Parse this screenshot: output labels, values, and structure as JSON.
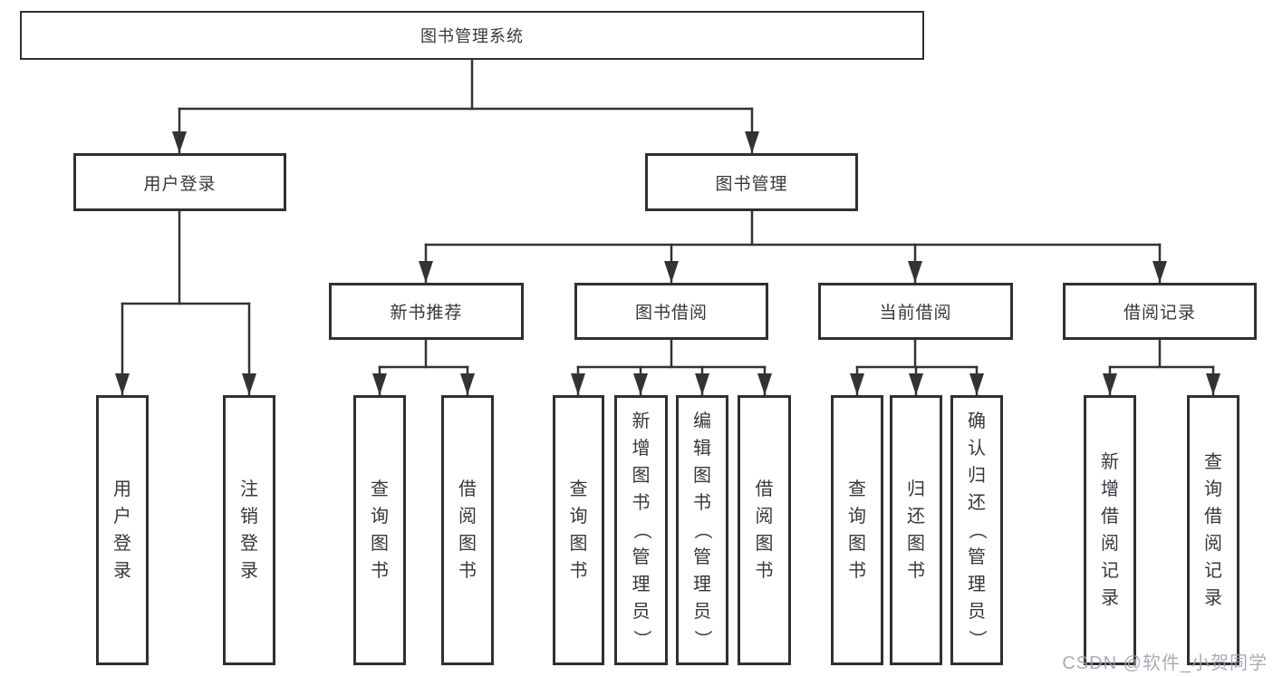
{
  "tree": {
    "label": "图书管理系统",
    "children": [
      {
        "label": "用户登录",
        "children": [
          {
            "label": "用户登录"
          },
          {
            "label": "注销登录"
          }
        ]
      },
      {
        "label": "图书管理",
        "children": [
          {
            "label": "新书推荐",
            "children": [
              {
                "label": "查询图书"
              },
              {
                "label": "借阅图书"
              }
            ]
          },
          {
            "label": "图书借阅",
            "children": [
              {
                "label": "查询图书"
              },
              {
                "label": "新增图书（管理员）"
              },
              {
                "label": "编辑图书（管理员）"
              },
              {
                "label": "借阅图书"
              }
            ]
          },
          {
            "label": "当前借阅",
            "children": [
              {
                "label": "查询图书"
              },
              {
                "label": "归还图书"
              },
              {
                "label": "确认归还（管理员）"
              }
            ]
          },
          {
            "label": "借阅记录",
            "children": [
              {
                "label": "新增借阅记录"
              },
              {
                "label": "查询借阅记录"
              }
            ]
          }
        ]
      }
    ]
  },
  "watermark": {
    "text": "CSDN @软件_小贺同学"
  },
  "colors": {
    "line": "#333333",
    "border": "#2f3033",
    "text": "#36383d",
    "watermark": "#9da2a9",
    "background": "#ffffff"
  }
}
